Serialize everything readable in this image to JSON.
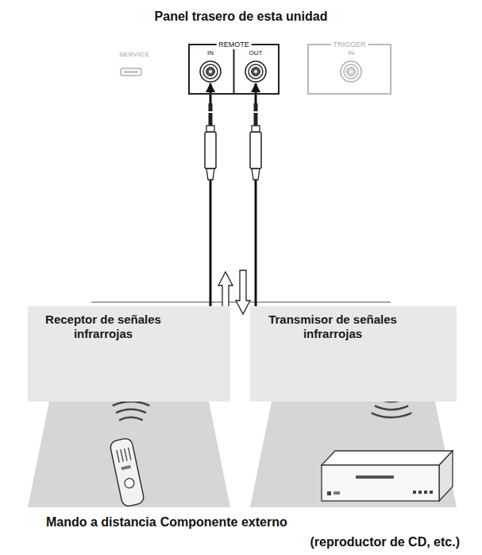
{
  "diagram": {
    "title": "Panel trasero de esta unidad",
    "nodes": [
      {
        "text": [
          "REMOTE"
        ]
      },
      {
        "text": [
          "IN"
        ],
        "in": 0
      },
      {
        "text": [
          "OUT"
        ],
        "in": 0
      },
      {
        "text": [
          "TRIGGER"
        ]
      },
      {
        "text": [
          "IN"
        ],
        "in": 3
      },
      {
        "text": [
          "Receptor de señales infrarrojas"
        ]
      },
      {
        "text": [
          "Transmisor de señales infrarrojas"
        ]
      }
    ],
    "edges": [
      {
        "from": 5,
        "to": 1,
        "arrow": "to"
      },
      {
        "from": 6,
        "to": 2,
        "arrow": "to"
      }
    ],
    "labels": [
      "SERVICE",
      "Mando a distancia",
      "Componente externo",
      "(reproductor de CD, etc.)"
    ]
  }
}
